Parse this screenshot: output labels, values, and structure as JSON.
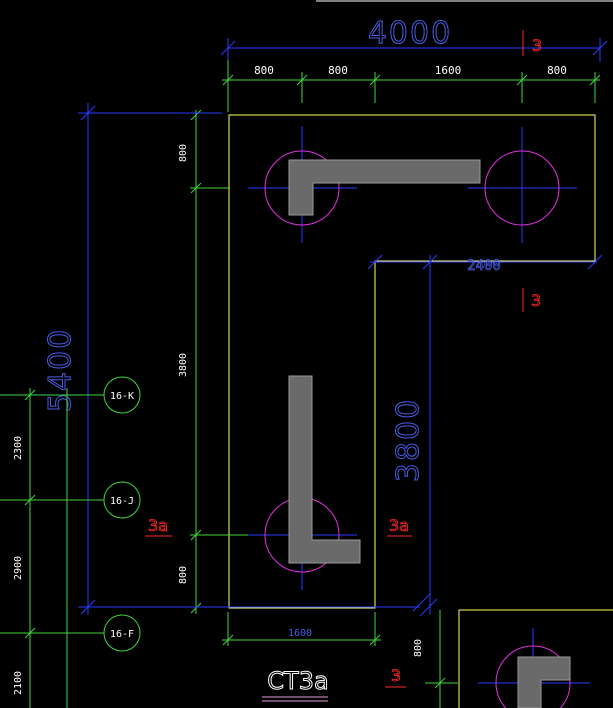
{
  "drawing": {
    "cap_label": "CT3a",
    "overall_width": "4000",
    "overall_height": "5400",
    "segment_dims": [
      "800",
      "800",
      "1600",
      "800"
    ],
    "left_dims": [
      "800",
      "3800",
      "800"
    ],
    "notch_width": "2400",
    "notch_height": "3800",
    "bottom_width": "1600",
    "lower_cap_dim": "800",
    "grid_spacings": [
      "2300",
      "2900",
      "2100"
    ],
    "grid_axes": [
      "16-K",
      "16-J",
      "16-F"
    ],
    "section_marks": {
      "top": "3",
      "right": "3",
      "bottom": "3",
      "left": "3a",
      "middle": "3a"
    }
  },
  "colors": {
    "background": "#000000",
    "outline": "#ffff66",
    "pile": "#e030e0",
    "centerline": "#2a3cff",
    "dimension": "#3fd63f",
    "big_dimension": "#4a5ce6",
    "wall": "#6a6a6a",
    "section_mark": "#ff2a2a",
    "text": "#ffffff"
  }
}
